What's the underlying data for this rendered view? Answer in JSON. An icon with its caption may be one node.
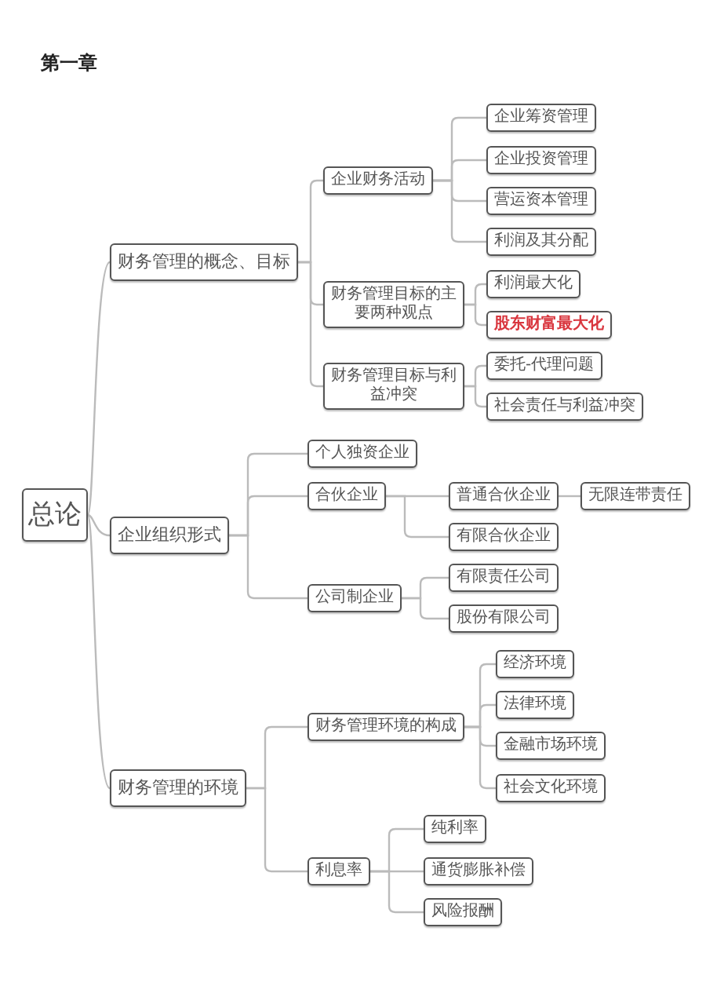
{
  "diagram": {
    "title": "第一章",
    "nodes": [
      {
        "text": [
          "总论"
        ]
      },
      {
        "text": [
          "财务管理的概念、目标"
        ]
      },
      {
        "text": [
          "企业财务活动"
        ]
      },
      {
        "text": [
          "企业筹资管理"
        ]
      },
      {
        "text": [
          "企业投资管理"
        ]
      },
      {
        "text": [
          "营运资本管理"
        ]
      },
      {
        "text": [
          "利润及其分配"
        ]
      },
      {
        "text": [
          "财务管理目标的主要两种观点"
        ]
      },
      {
        "text": [
          "利润最大化"
        ]
      },
      {
        "text": [
          "股东财富最大化"
        ]
      },
      {
        "text": [
          "财务管理目标与利益冲突"
        ]
      },
      {
        "text": [
          "委托-代理问题"
        ]
      },
      {
        "text": [
          "社会责任与利益冲突"
        ]
      },
      {
        "text": [
          "企业组织形式"
        ]
      },
      {
        "text": [
          "个人独资企业"
        ]
      },
      {
        "text": [
          "合伙企业"
        ]
      },
      {
        "text": [
          "普通合伙企业"
        ]
      },
      {
        "text": [
          "无限连带责任"
        ]
      },
      {
        "text": [
          "有限合伙企业"
        ]
      },
      {
        "text": [
          "公司制企业"
        ]
      },
      {
        "text": [
          "有限责任公司"
        ]
      },
      {
        "text": [
          "股份有限公司"
        ]
      },
      {
        "text": [
          "财务管理的环境"
        ]
      },
      {
        "text": [
          "财务管理环境的构成"
        ]
      },
      {
        "text": [
          "经济环境"
        ]
      },
      {
        "text": [
          "法律环境"
        ]
      },
      {
        "text": [
          "金融市场环境"
        ]
      },
      {
        "text": [
          "社会文化环境"
        ]
      },
      {
        "text": [
          "利息率"
        ]
      },
      {
        "text": [
          "纯利率"
        ]
      },
      {
        "text": [
          "通货膨胀补偿"
        ]
      },
      {
        "text": [
          "风险报酬"
        ]
      }
    ],
    "edges": [
      {
        "from": 0,
        "to": 1,
        "arrow": "none"
      },
      {
        "from": 1,
        "to": 2,
        "arrow": "none"
      },
      {
        "from": 2,
        "to": 3,
        "arrow": "none"
      },
      {
        "from": 2,
        "to": 4,
        "arrow": "none"
      },
      {
        "from": 2,
        "to": 5,
        "arrow": "none"
      },
      {
        "from": 2,
        "to": 6,
        "arrow": "none"
      },
      {
        "from": 1,
        "to": 7,
        "arrow": "none"
      },
      {
        "from": 7,
        "to": 8,
        "arrow": "none"
      },
      {
        "from": 7,
        "to": 9,
        "arrow": "none"
      },
      {
        "from": 1,
        "to": 10,
        "arrow": "none"
      },
      {
        "from": 10,
        "to": 11,
        "arrow": "none"
      },
      {
        "from": 10,
        "to": 12,
        "arrow": "none"
      },
      {
        "from": 0,
        "to": 13,
        "arrow": "none"
      },
      {
        "from": 13,
        "to": 14,
        "arrow": "none"
      },
      {
        "from": 13,
        "to": 15,
        "arrow": "none"
      },
      {
        "from": 15,
        "to": 16,
        "arrow": "none"
      },
      {
        "from": 16,
        "to": 17,
        "arrow": "none"
      },
      {
        "from": 15,
        "to": 18,
        "arrow": "none"
      },
      {
        "from": 13,
        "to": 19,
        "arrow": "none"
      },
      {
        "from": 19,
        "to": 20,
        "arrow": "none"
      },
      {
        "from": 19,
        "to": 21,
        "arrow": "none"
      },
      {
        "from": 0,
        "to": 22,
        "arrow": "none"
      },
      {
        "from": 22,
        "to": 23,
        "arrow": "none"
      },
      {
        "from": 23,
        "to": 24,
        "arrow": "none"
      },
      {
        "from": 23,
        "to": 25,
        "arrow": "none"
      },
      {
        "from": 23,
        "to": 26,
        "arrow": "none"
      },
      {
        "from": 23,
        "to": 27,
        "arrow": "none"
      },
      {
        "from": 22,
        "to": 28,
        "arrow": "none"
      },
      {
        "from": 28,
        "to": 29,
        "arrow": "none"
      },
      {
        "from": 28,
        "to": 30,
        "arrow": "none"
      },
      {
        "from": 28,
        "to": 31,
        "arrow": "none"
      }
    ]
  }
}
